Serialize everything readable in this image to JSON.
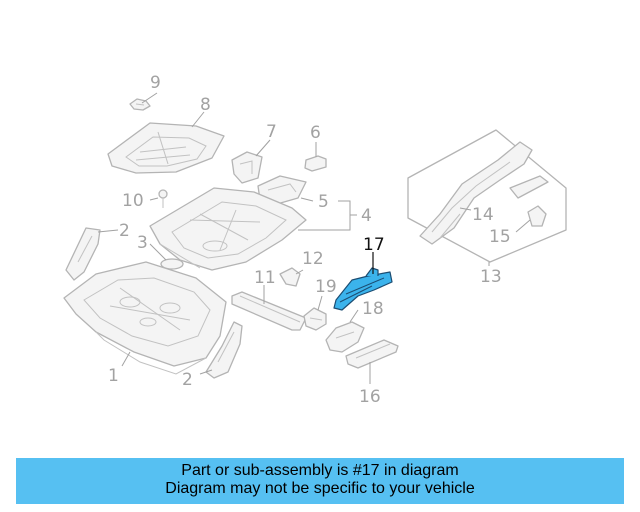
{
  "callouts": {
    "c1": "1",
    "c2a": "2",
    "c2b": "2",
    "c3": "3",
    "c4": "4",
    "c5": "5",
    "c6": "6",
    "c7": "7",
    "c8": "8",
    "c9": "9",
    "c10": "10",
    "c11": "11",
    "c12": "12",
    "c13": "13",
    "c14": "14",
    "c15": "15",
    "c16": "16",
    "c17": "17",
    "c18": "18",
    "c19": "19"
  },
  "highlight": {
    "part_number": "17",
    "color": "#3bb3ec",
    "outline": "#1c4d72"
  },
  "banner": {
    "line1": "Part or sub-assembly is #17 in diagram",
    "line2": "Diagram may not be specific to your vehicle",
    "background": "#56c0f2"
  }
}
